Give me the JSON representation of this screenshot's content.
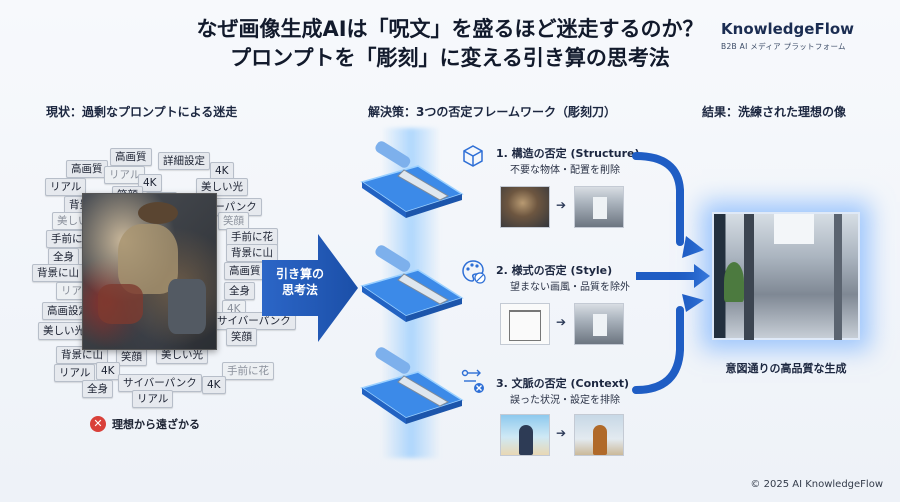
{
  "header": {
    "title_line1": "なぜ画像生成AIは「呪文」を盛るほど迷走するのか？",
    "title_line2": "プロンプトを「彫刻」に変える引き算の思考法"
  },
  "brand": {
    "name": "KnowledgeFlow",
    "subtitle": "B2B AI メディア プラットフォーム"
  },
  "columns": {
    "left": "現状：過剰なプロンプトによる迷走",
    "middle": "解決策：3つの否定フレームワーク（彫刻刀）",
    "right": "結果：洗練された理想の像"
  },
  "prompt_tags": [
    "高画質",
    "詳細設定",
    "高画質",
    "4K",
    "リアル",
    "4K",
    "リアル",
    "美しい光",
    "笑顔",
    "全身",
    "背景に山",
    "サイバーパンク",
    "美しい光",
    "笑顔",
    "手前に花",
    "手前に花",
    "全身",
    "背景に山",
    "背景に山",
    "高画質",
    "リアル",
    "全身",
    "4K",
    "高画設定",
    "サイバーパンク",
    "美しい光",
    "笑顔",
    "背景に山",
    "笑顔",
    "美しい光",
    "リアル",
    "4K",
    "手前に花",
    "全身",
    "サイバーパンク",
    "4K",
    "リアル"
  ],
  "left": {
    "reject_text": "理想から遠ざかる"
  },
  "big_arrow_label": [
    "引き算の",
    "思考法"
  ],
  "rows": [
    {
      "title": "1. 構造の否定 (Structure)",
      "subtitle": "不要な物体・配置を削除",
      "icon": "cube-icon"
    },
    {
      "title": "2. 様式の否定 (Style)",
      "subtitle": "望まない画風・品質を除外",
      "icon": "palette-icon"
    },
    {
      "title": "3. 文脈の否定 (Context)",
      "subtitle": "誤った状況・設定を排除",
      "icon": "flow-icon"
    }
  ],
  "result": {
    "caption": "意図通りの高品質な生成"
  },
  "footer": {
    "copyright": "© 2025 AI KnowledgeFlow"
  },
  "colors": {
    "accent": "#2e6fd6",
    "beam": "#7fc0ff",
    "reject": "#d9403a"
  }
}
